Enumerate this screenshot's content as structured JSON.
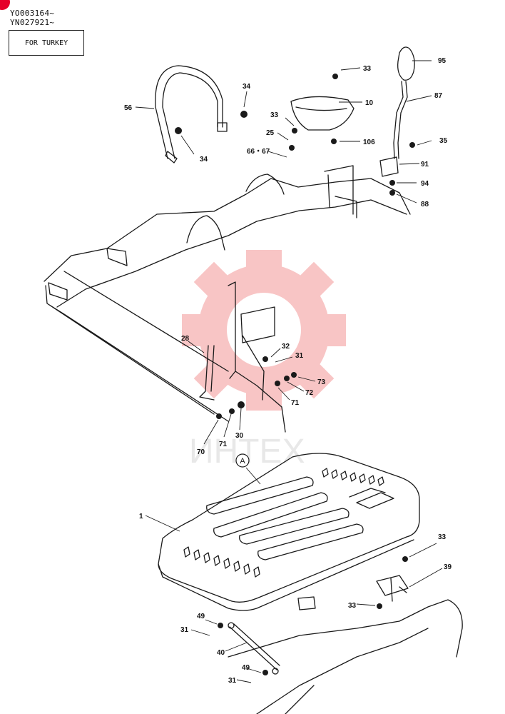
{
  "header": {
    "serial_1": "YO003164~",
    "serial_2": "YN027921~",
    "note_box": "FOR TURKEY"
  },
  "watermark": {
    "text": "ИНТЕX",
    "color": "#f4a0a0"
  },
  "detail_marker": "A",
  "part_labels": [
    {
      "id": "lbl-95",
      "text": "95"
    },
    {
      "id": "lbl-33a",
      "text": "33"
    },
    {
      "id": "lbl-87",
      "text": "87"
    },
    {
      "id": "lbl-34a",
      "text": "34"
    },
    {
      "id": "lbl-10",
      "text": "10"
    },
    {
      "id": "lbl-56",
      "text": "56"
    },
    {
      "id": "lbl-33b",
      "text": "33"
    },
    {
      "id": "lbl-25",
      "text": "25"
    },
    {
      "id": "lbl-35",
      "text": "35"
    },
    {
      "id": "lbl-106",
      "text": "106"
    },
    {
      "id": "lbl-34b",
      "text": "34"
    },
    {
      "id": "lbl-66-67",
      "text": "66・67"
    },
    {
      "id": "lbl-91",
      "text": "91"
    },
    {
      "id": "lbl-94",
      "text": "94"
    },
    {
      "id": "lbl-88",
      "text": "88"
    },
    {
      "id": "lbl-28",
      "text": "28"
    },
    {
      "id": "lbl-32",
      "text": "32"
    },
    {
      "id": "lbl-31a",
      "text": "31"
    },
    {
      "id": "lbl-73",
      "text": "73"
    },
    {
      "id": "lbl-72",
      "text": "72"
    },
    {
      "id": "lbl-71a",
      "text": "71"
    },
    {
      "id": "lbl-70",
      "text": "70"
    },
    {
      "id": "lbl-71b",
      "text": "71"
    },
    {
      "id": "lbl-30",
      "text": "30"
    },
    {
      "id": "lbl-1",
      "text": "1"
    },
    {
      "id": "lbl-33c",
      "text": "33"
    },
    {
      "id": "lbl-39",
      "text": "39"
    },
    {
      "id": "lbl-33d",
      "text": "33"
    },
    {
      "id": "lbl-49a",
      "text": "49"
    },
    {
      "id": "lbl-31b",
      "text": "31"
    },
    {
      "id": "lbl-40",
      "text": "40"
    },
    {
      "id": "lbl-49b",
      "text": "49"
    },
    {
      "id": "lbl-31c",
      "text": "31"
    }
  ]
}
